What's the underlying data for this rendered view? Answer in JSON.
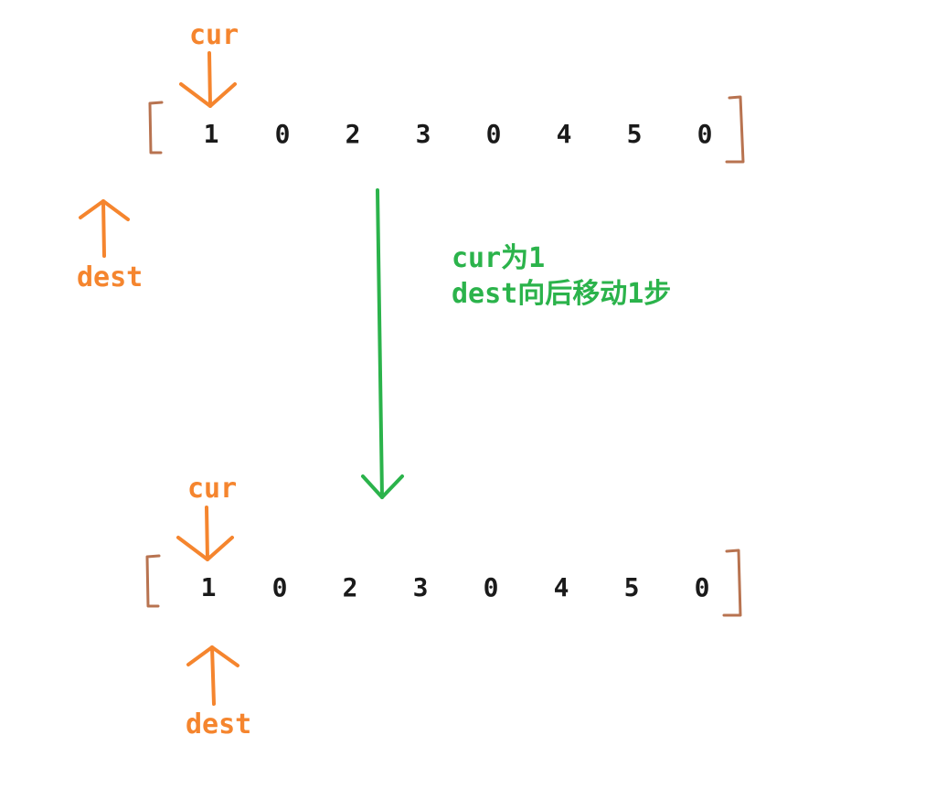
{
  "colors": {
    "pointer": "#f5852e",
    "bracket": "#b87350",
    "note": "#2bb34b",
    "digits": "#1a1a1a"
  },
  "states": [
    {
      "array": [
        "1",
        "0",
        "2",
        "3",
        "0",
        "4",
        "5",
        "0"
      ],
      "cur_label": "cur",
      "dest_label": "dest"
    },
    {
      "array": [
        "1",
        "0",
        "2",
        "3",
        "0",
        "4",
        "5",
        "0"
      ],
      "cur_label": "cur",
      "dest_label": "dest"
    }
  ],
  "transition": {
    "line1": "cur为1",
    "line2": "dest向后移动1步"
  }
}
